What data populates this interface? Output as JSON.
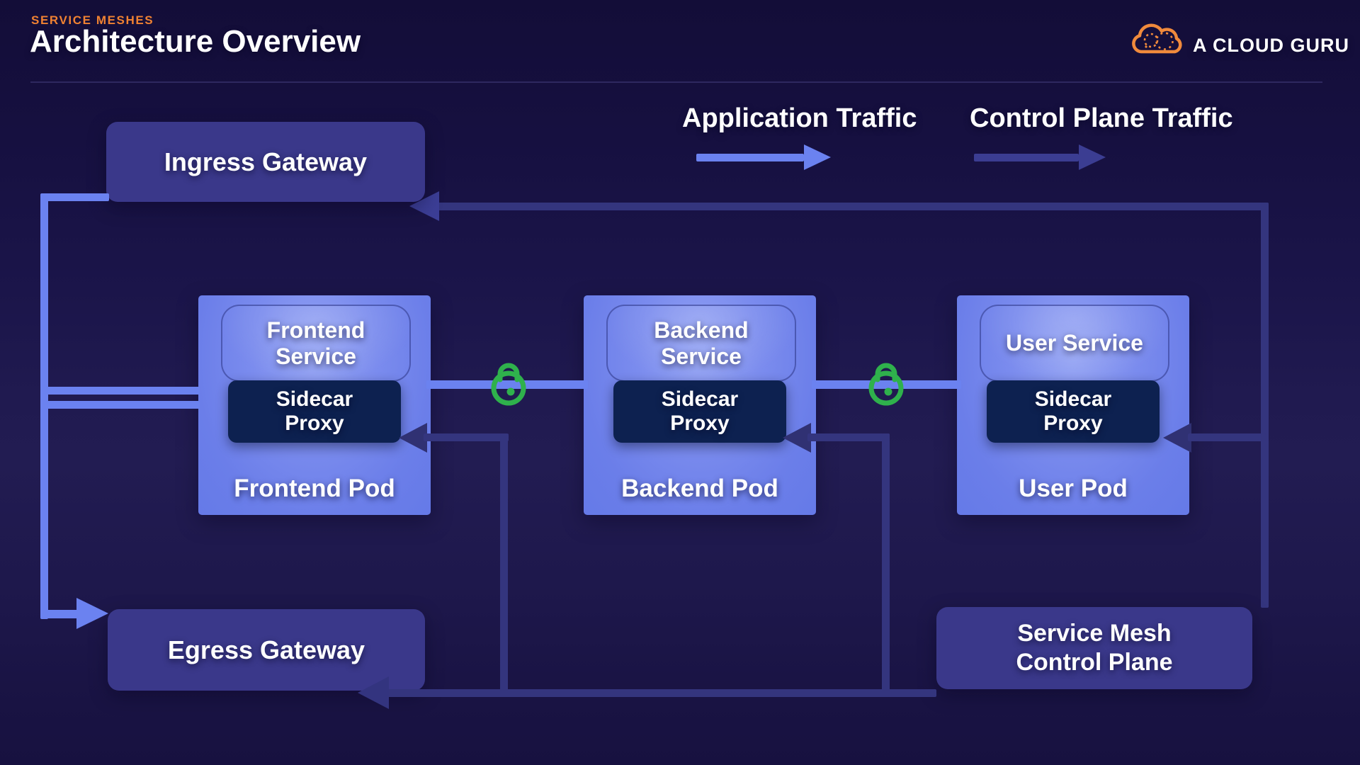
{
  "header": {
    "eyebrow": "SERVICE MESHES",
    "title": "Architecture Overview"
  },
  "brand": {
    "name": "A CLOUD GURU"
  },
  "legend": {
    "application_label": "Application Traffic",
    "control_label": "Control Plane Traffic"
  },
  "gateways": {
    "ingress": "Ingress Gateway",
    "egress": "Egress Gateway",
    "control_plane_lines": [
      "Service Mesh",
      "Control Plane"
    ]
  },
  "pods": [
    {
      "service": "Frontend Service",
      "sidecar_lines": [
        "Sidecar",
        "Proxy"
      ],
      "pod": "Frontend Pod"
    },
    {
      "service": "Backend Service",
      "sidecar_lines": [
        "Sidecar",
        "Proxy"
      ],
      "pod": "Backend Pod"
    },
    {
      "service": "User Service",
      "sidecar_lines": [
        "Sidecar",
        "Proxy"
      ],
      "pod": "User Pod"
    }
  ],
  "colors": {
    "accent_orange": "#F08232",
    "application_traffic": "#6B82F0",
    "control_traffic": "#3B3D92",
    "control_line": "#34357E",
    "lock_green": "#2FB14C",
    "pod_fill": "#6C80EA",
    "sidecar_fill": "#0D2150",
    "gateway_fill": "#3A388A"
  }
}
